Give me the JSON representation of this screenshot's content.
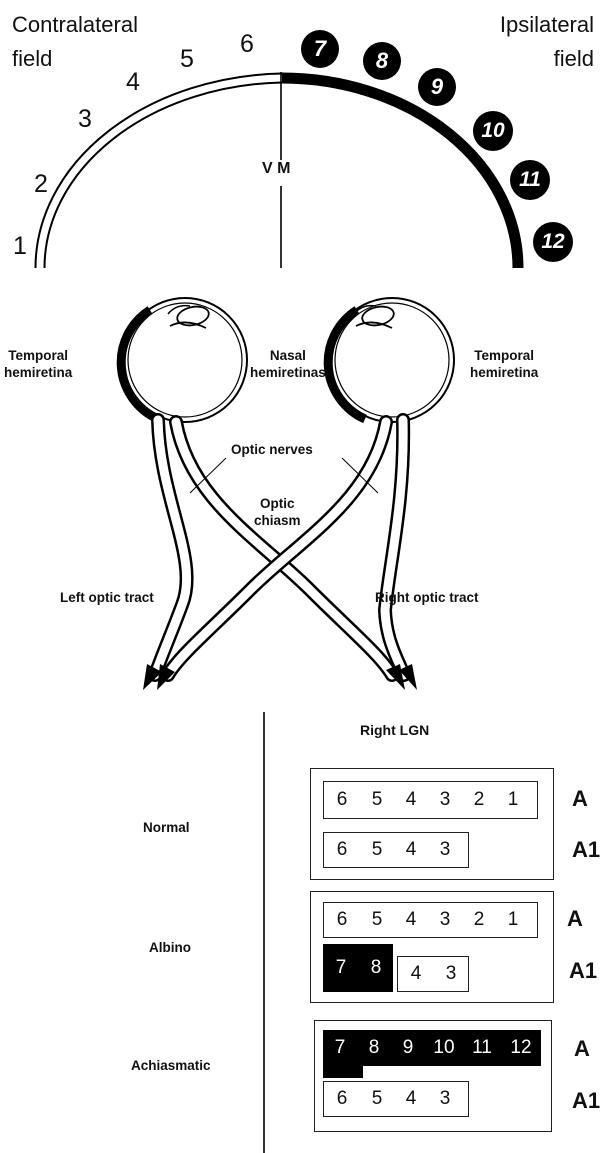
{
  "field": {
    "contralateral_label": "Contralateral\nfield",
    "ipsilateral_label": "Ipsilateral\nfield",
    "vertical_meridian": "V M",
    "contralateral_numbers": [
      "1",
      "2",
      "3",
      "4",
      "5",
      "6"
    ],
    "ipsilateral_numbers": [
      "7",
      "8",
      "9",
      "10",
      "11",
      "12"
    ]
  },
  "eyes": {
    "left_temporal": "Temporal\nhemiretina",
    "nasal": "Nasal\nhemiretinas",
    "right_temporal": "Temporal\nhemiretina",
    "optic_nerves": "Optic nerves",
    "optic_chiasm": "Optic\nchiasm",
    "left_tract": "Left optic tract",
    "right_tract": "Right optic tract"
  },
  "lgn": {
    "title": "Right LGN",
    "layer_a": "A",
    "layer_a1": "A1",
    "conditions": [
      {
        "name": "Normal",
        "a_cells": [
          "6",
          "5",
          "4",
          "3",
          "2",
          "1"
        ],
        "a_fill": "none",
        "a1_cells": [
          "6",
          "5",
          "4",
          "3"
        ]
      },
      {
        "name": "Albino",
        "a_cells": [
          "6",
          "5",
          "4",
          "3",
          "2",
          "1"
        ],
        "a_fill": "none",
        "a1_black_cells": [
          "7",
          "8"
        ],
        "a1_white_cells": [
          "4",
          "3"
        ]
      },
      {
        "name": "Achiasmatic",
        "a_cells": [
          "7",
          "8",
          "9",
          "10",
          "11",
          "12"
        ],
        "a_fill": "black",
        "a1_cells": [
          "6",
          "5",
          "4",
          "3"
        ]
      }
    ]
  },
  "colors": {
    "ink": "#000000",
    "paper": "#ffffff"
  }
}
